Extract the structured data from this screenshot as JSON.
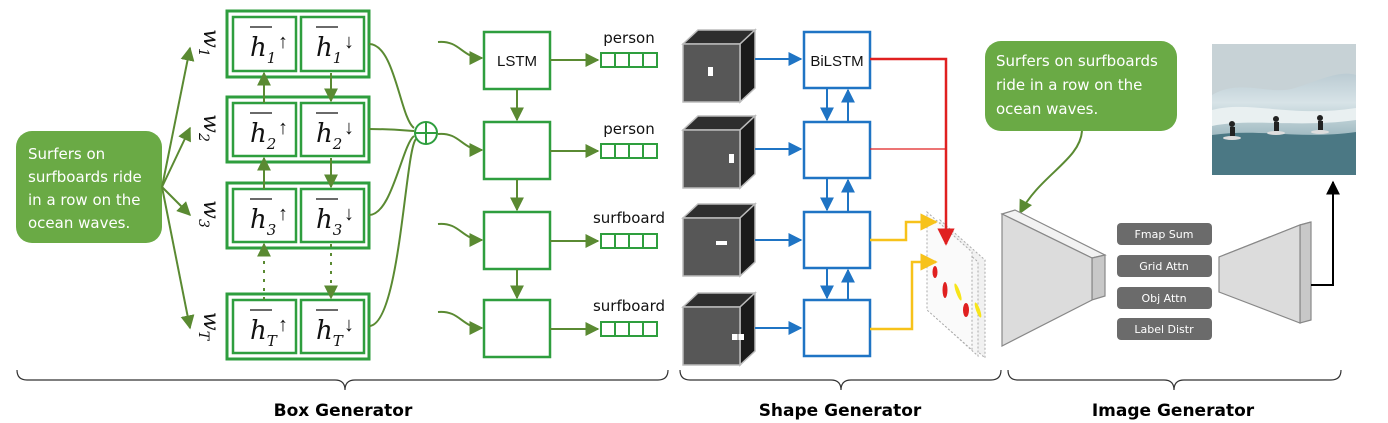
{
  "caption_text": "Surfers on surfboards ride in a row on the ocean waves.",
  "caption_lines_left": [
    "Surfers on",
    "surfboards ride",
    "in a row on the",
    "ocean waves."
  ],
  "caption_lines_right": [
    "Surfers on surfboards",
    "ride in a row on the",
    "ocean waves."
  ],
  "words": [
    {
      "w": "w",
      "sub": "1"
    },
    {
      "w": "w",
      "sub": "2"
    },
    {
      "w": "w",
      "sub": "3"
    },
    {
      "w": "w",
      "sub": "T"
    }
  ],
  "hidden_states": [
    {
      "fwd": "h",
      "sub": "1"
    },
    {
      "fwd": "h",
      "sub": "2"
    },
    {
      "fwd": "h",
      "sub": "3"
    },
    {
      "fwd": "h",
      "sub": "T"
    }
  ],
  "lstm_label": "LSTM",
  "bilstm_label": "BiLSTM",
  "sum_symbol": "⊕",
  "class_labels": [
    "person",
    "person",
    "surfboard",
    "surfboard"
  ],
  "modules": [
    "Fmap Sum",
    "Grid Attn",
    "Obj Attn",
    "Label Distr"
  ],
  "sections": {
    "box": "Box Generator",
    "shape": "Shape Generator",
    "image": "Image Generator"
  },
  "colors": {
    "green": "#2e9e3e",
    "olive": "#5a8a32",
    "bubble": "#6aaa45",
    "blue": "#1f74c4",
    "red": "#e02020",
    "yellow": "#f7c21a",
    "module": "#6b6b6b"
  }
}
